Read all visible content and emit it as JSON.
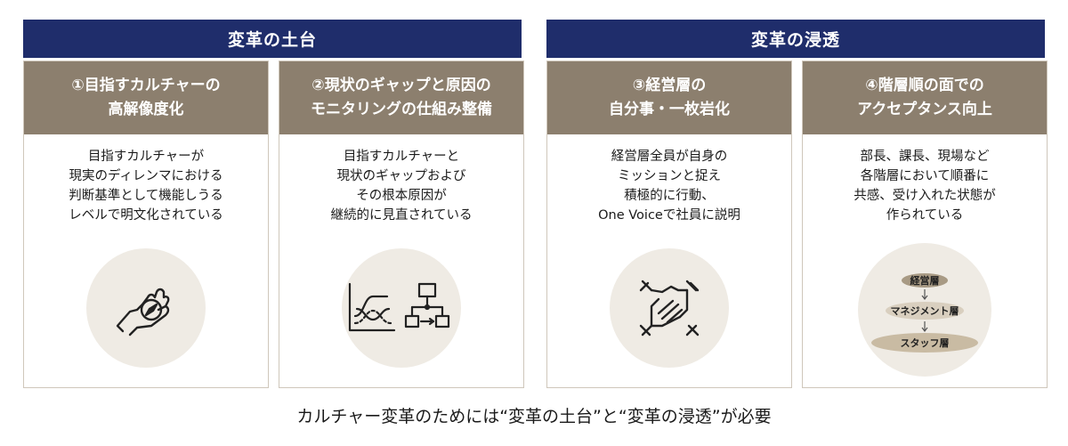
{
  "groups": [
    {
      "title": "変革の土台"
    },
    {
      "title": "変革の浸透"
    }
  ],
  "cards": [
    {
      "heading": [
        "①目指すカルチャーの",
        "高解像度化"
      ],
      "body": [
        "目指すカルチャーが",
        "現実のディレンマにおける",
        "判断基準として機能しうる",
        "レベルで明文化されている"
      ],
      "icon": "compass-in-hand-icon"
    },
    {
      "heading": [
        "②現状のギャップと原因の",
        "モニタリングの仕組み整備"
      ],
      "body": [
        "目指すカルチャーと",
        "現状のギャップおよび",
        "その根本原因が",
        "継続的に見直されている"
      ],
      "icon": "chart-and-flowchart-icon"
    },
    {
      "heading": [
        "③経営層の",
        "自分事・一枚岩化"
      ],
      "body": [
        "経営層全員が自身の",
        "ミッションと捉え",
        "積極的に行動、",
        "One Voiceで社員に説明"
      ],
      "icon": "joined-hands-icon"
    },
    {
      "heading": [
        "④階層順の面での",
        "アクセプタンス向上"
      ],
      "body": [
        "部長、課長、現場など",
        "各階層において順番に",
        "共感、受け入れた状態が",
        "作られている"
      ],
      "icon": "hierarchy-tiers-icon",
      "tiers": [
        "経営層",
        "マネジメント層",
        "スタッフ層"
      ]
    }
  ],
  "footer": "カルチャー変革のためには“変革の土台”と“変革の浸透”が必要",
  "colors": {
    "navy": "#1f2d6b",
    "taupe": "#8c7f6e",
    "circle": "#efebe4",
    "border": "#cfc7bb"
  }
}
